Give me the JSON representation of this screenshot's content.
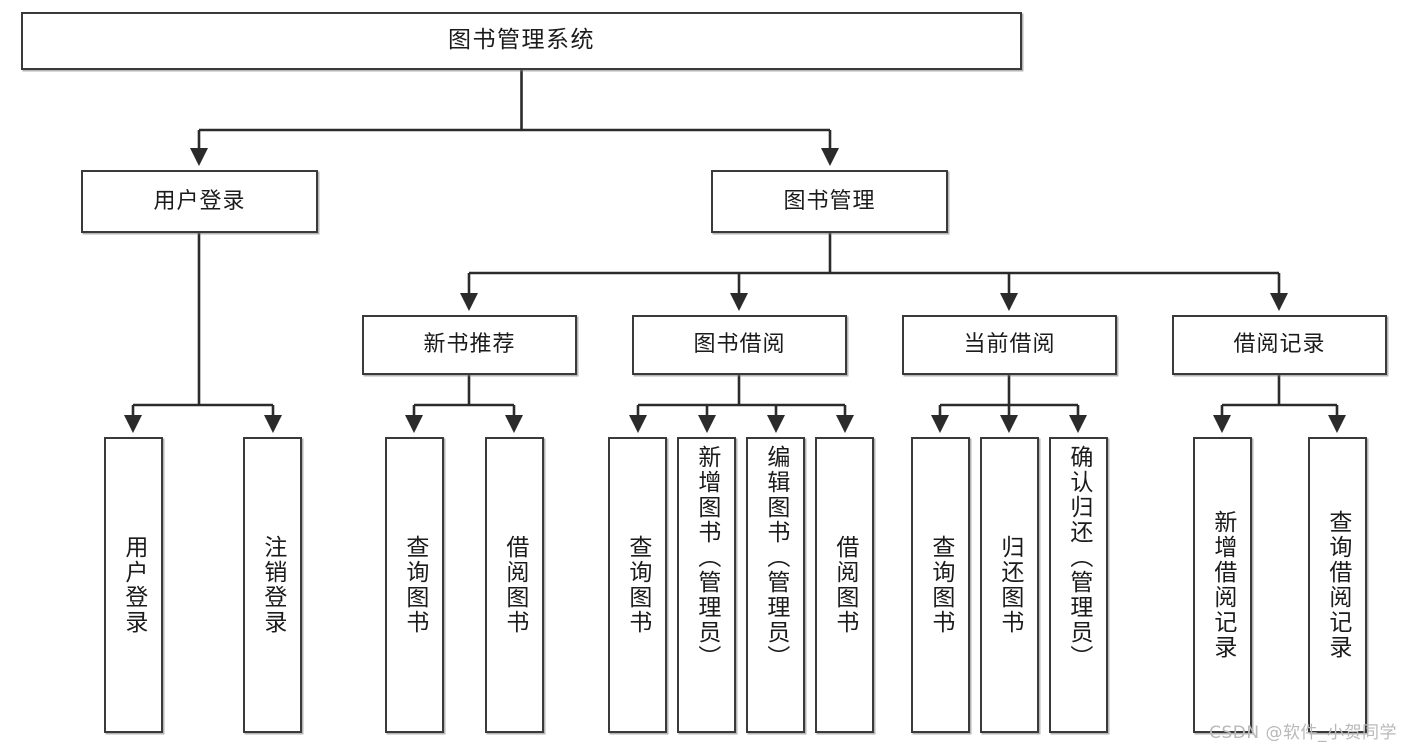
{
  "diagram": {
    "title": "图书管理系统",
    "type": "tree",
    "watermark": "CSDN @软件_小贺同学",
    "colors": {
      "box_border": "#3a3a3a",
      "box_fill": "#ffffff",
      "connector": "#2b2b2b",
      "text": "#1b1b1b",
      "watermark": "#b9b9b9"
    },
    "nodes": {
      "root": {
        "label": "图书管理系统"
      },
      "level2": [
        {
          "id": "user-login",
          "label": "用户登录"
        },
        {
          "id": "book-manage",
          "label": "图书管理"
        }
      ],
      "level3": [
        {
          "id": "new-book-recommend",
          "label": "新书推荐"
        },
        {
          "id": "book-borrow",
          "label": "图书借阅"
        },
        {
          "id": "current-borrow",
          "label": "当前借阅"
        },
        {
          "id": "borrow-record",
          "label": "借阅记录"
        }
      ],
      "leaves": {
        "user-login": [
          {
            "id": "leaf-user-login",
            "label": "用户登录"
          },
          {
            "id": "leaf-logout",
            "label": "注销登录"
          }
        ],
        "new-book-recommend": [
          {
            "id": "leaf-query-book-1",
            "label": "查询图书"
          },
          {
            "id": "leaf-borrow-book-1",
            "label": "借阅图书"
          }
        ],
        "book-borrow": [
          {
            "id": "leaf-query-book-2",
            "label": "查询图书"
          },
          {
            "id": "leaf-add-book",
            "label": "新增图书（管理员）"
          },
          {
            "id": "leaf-edit-book",
            "label": "编辑图书（管理员）"
          },
          {
            "id": "leaf-borrow-book-2",
            "label": "借阅图书"
          }
        ],
        "current-borrow": [
          {
            "id": "leaf-query-book-3",
            "label": "查询图书"
          },
          {
            "id": "leaf-return-book",
            "label": "归还图书"
          },
          {
            "id": "leaf-confirm-return",
            "label": "确认归还（管理员）"
          }
        ],
        "borrow-record": [
          {
            "id": "leaf-add-record",
            "label": "新增借阅记录"
          },
          {
            "id": "leaf-query-record",
            "label": "查询借阅记录"
          }
        ]
      }
    }
  }
}
